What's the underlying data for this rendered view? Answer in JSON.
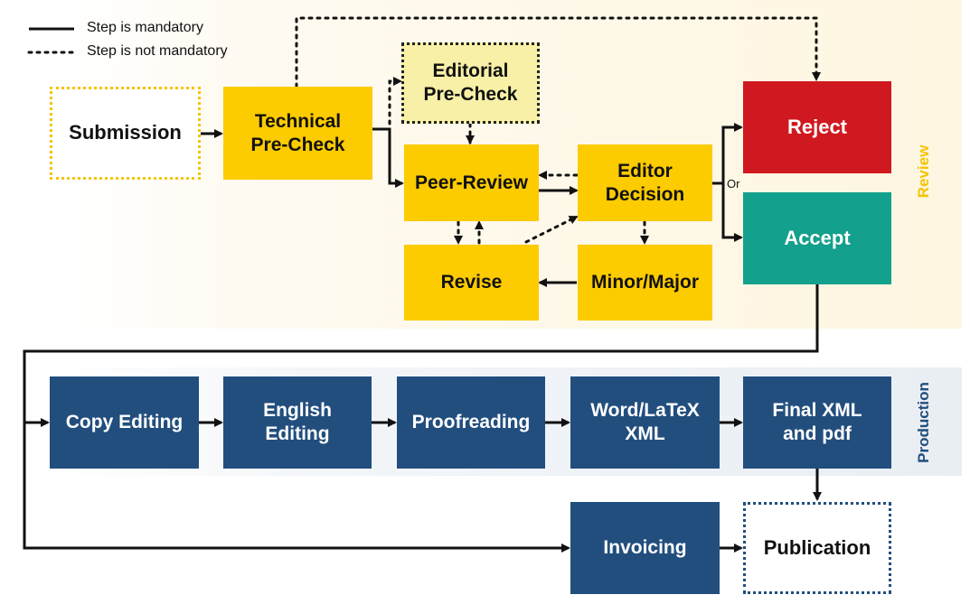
{
  "legend": {
    "mandatory": "Step is mandatory",
    "not_mandatory": "Step is not mandatory"
  },
  "sections": {
    "review": "Review",
    "production": "Production"
  },
  "review": {
    "submission": "Submission",
    "technical_precheck": "Technical\nPre-Check",
    "editorial_precheck": "Editorial\nPre-Check",
    "peer_review": "Peer-Review",
    "editor_decision": "Editor\nDecision",
    "revise": "Revise",
    "minor_major": "Minor/Major",
    "reject": "Reject",
    "accept": "Accept",
    "or": "Or"
  },
  "production": {
    "copy_editing": "Copy Editing",
    "english_editing": "English\nEditing",
    "proofreading": "Proofreading",
    "word_latex_xml": "Word/LaTeX\nXML",
    "final_xml_pdf": "Final XML\nand pdf",
    "invoicing": "Invoicing",
    "publication": "Publication"
  },
  "colors": {
    "review_yellow": "#fccb00",
    "editorial_pale": "#f7f0a6",
    "reject_red": "#d01820",
    "accept_green": "#13a08c",
    "production_blue": "#224e7e",
    "review_label": "#f5c400"
  }
}
